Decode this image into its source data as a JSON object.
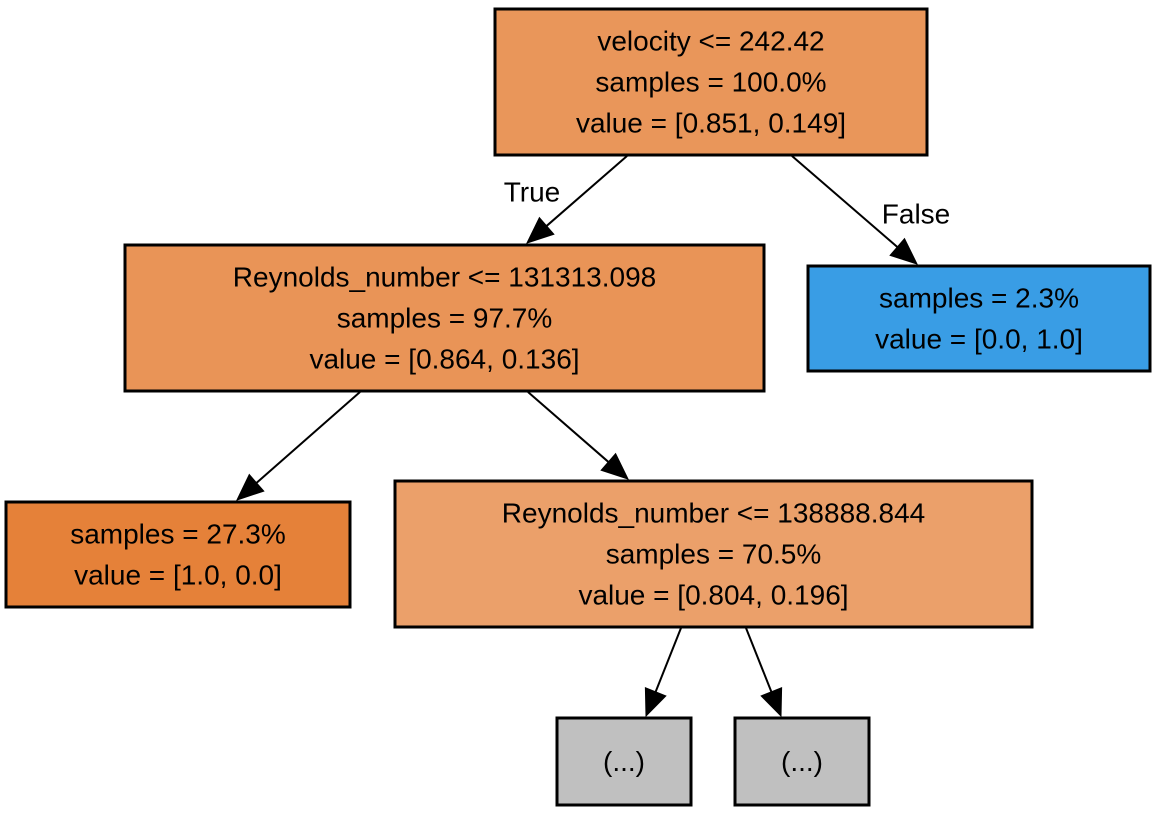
{
  "tree": {
    "nodes": [
      {
        "id": "root",
        "fill": "#e9965a",
        "lines": [
          "velocity <= 242.42",
          "samples = 100.0%",
          "value = [0.851, 0.149]"
        ]
      },
      {
        "id": "reynolds-1",
        "fill": "#e99457",
        "lines": [
          "Reynolds_number <= 131313.098",
          "samples = 97.7%",
          "value = [0.864, 0.136]"
        ]
      },
      {
        "id": "leaf-false",
        "fill": "#399de5",
        "lines": [
          "samples = 2.3%",
          "value = [0.0, 1.0]"
        ]
      },
      {
        "id": "leaf-pure",
        "fill": "#e58139",
        "lines": [
          "samples = 27.3%",
          "value = [1.0, 0.0]"
        ]
      },
      {
        "id": "reynolds-2",
        "fill": "#eba06a",
        "lines": [
          "Reynolds_number <= 138888.844",
          "samples = 70.5%",
          "value = [0.804, 0.196]"
        ]
      },
      {
        "id": "truncated-left",
        "fill": "#c0c0c0",
        "lines": [
          "(...)"
        ]
      },
      {
        "id": "truncated-right",
        "fill": "#c0c0c0",
        "lines": [
          "(...)"
        ]
      }
    ],
    "edges": [
      {
        "from": "root",
        "to": "reynolds-1",
        "label": "True"
      },
      {
        "from": "root",
        "to": "leaf-false",
        "label": "False"
      },
      {
        "from": "reynolds-1",
        "to": "leaf-pure",
        "label": ""
      },
      {
        "from": "reynolds-1",
        "to": "reynolds-2",
        "label": ""
      },
      {
        "from": "reynolds-2",
        "to": "truncated-left",
        "label": ""
      },
      {
        "from": "reynolds-2",
        "to": "truncated-right",
        "label": ""
      }
    ]
  }
}
